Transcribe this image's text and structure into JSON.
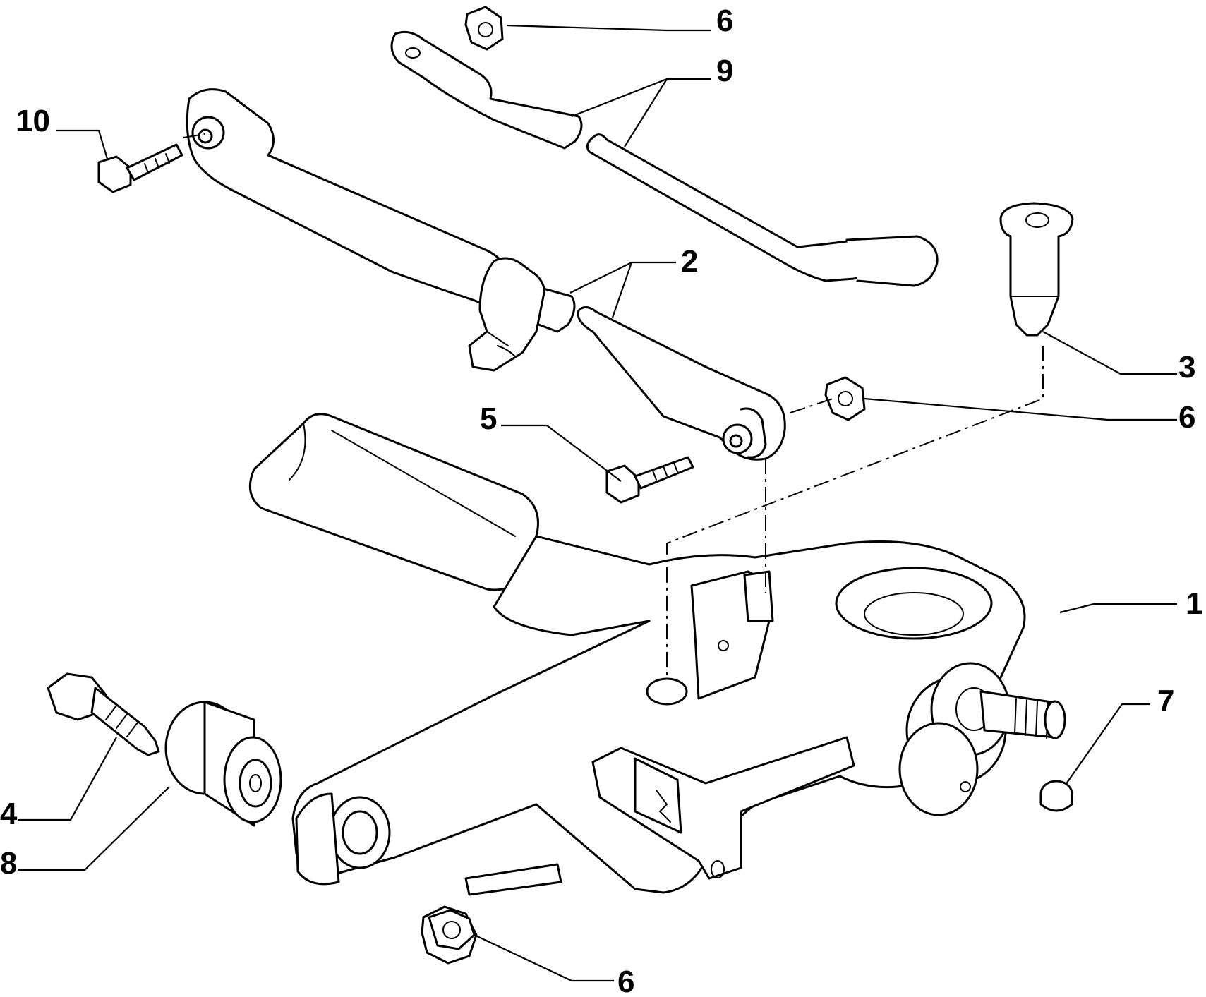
{
  "callouts": [
    {
      "id": "c1",
      "label": "1"
    },
    {
      "id": "c2",
      "label": "2"
    },
    {
      "id": "c3",
      "label": "3"
    },
    {
      "id": "c4",
      "label": "4"
    },
    {
      "id": "c5",
      "label": "5"
    },
    {
      "id": "c6a",
      "label": "6"
    },
    {
      "id": "c6b",
      "label": "6"
    },
    {
      "id": "c6c",
      "label": "6"
    },
    {
      "id": "c7",
      "label": "7"
    },
    {
      "id": "c8",
      "label": "8"
    },
    {
      "id": "c9",
      "label": "9"
    },
    {
      "id": "c10",
      "label": "10"
    }
  ]
}
